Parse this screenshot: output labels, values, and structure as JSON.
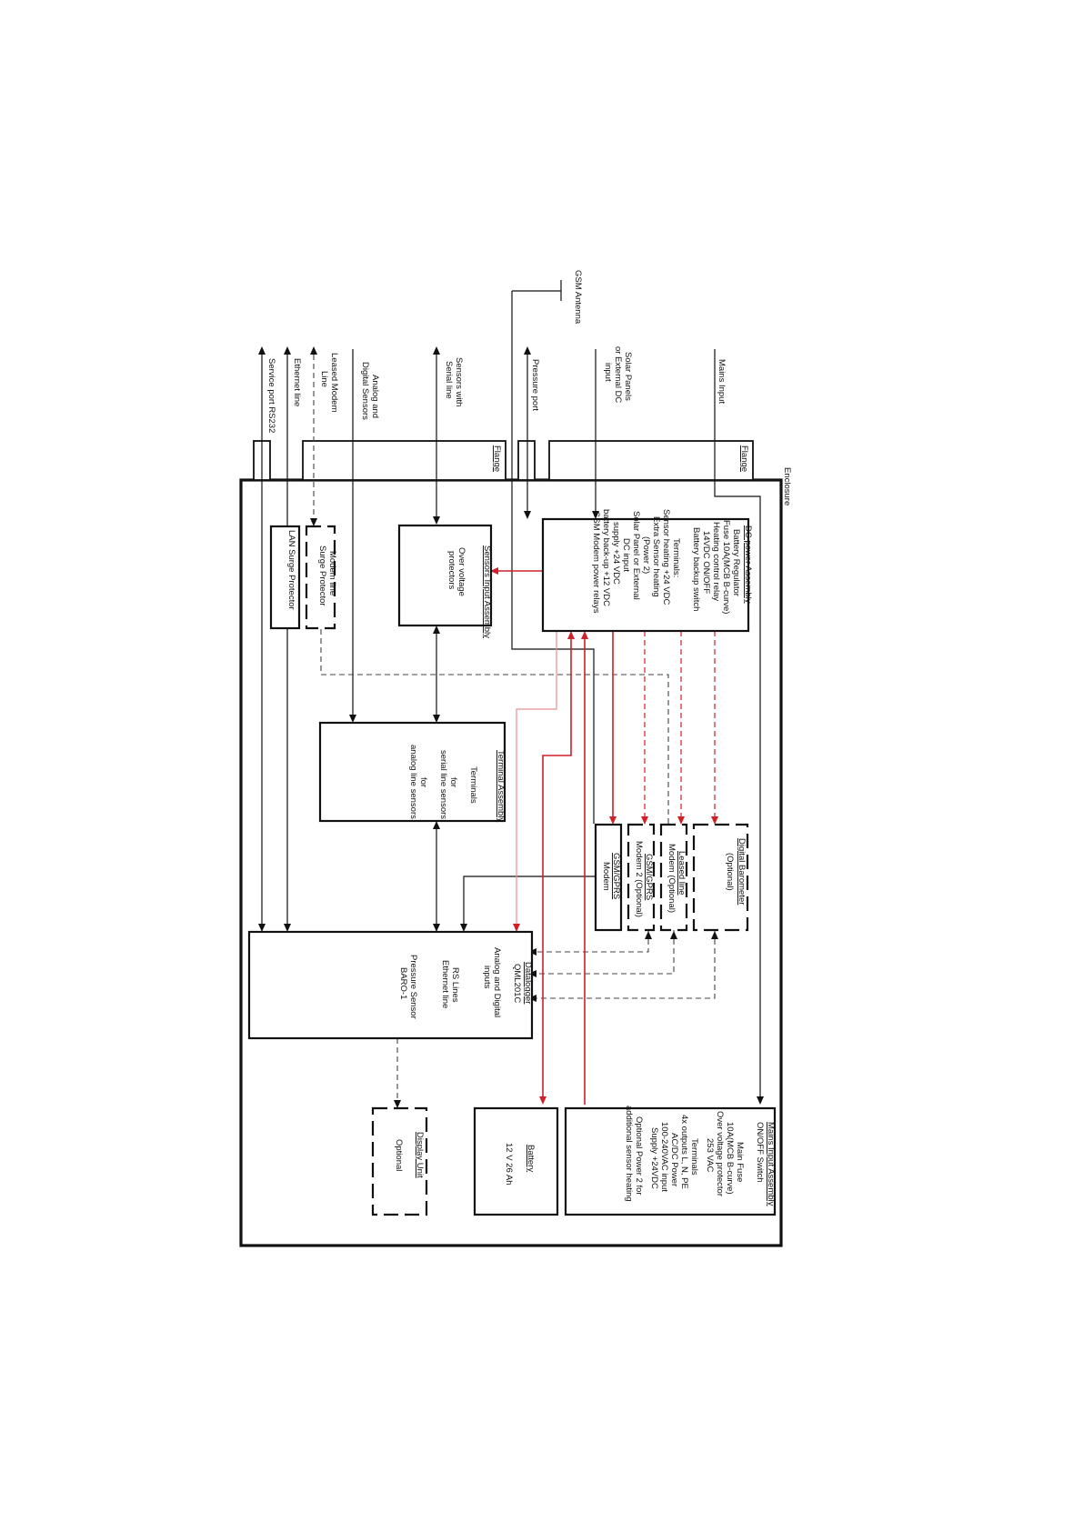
{
  "blocks": {
    "enclosure": {
      "label": "Enclosure"
    },
    "flange_left": {
      "label": "Flange"
    },
    "flange_right": {
      "label": "Flange"
    },
    "dc_power": {
      "title": "DC power Assembly",
      "lines": [
        "Battery Regulator",
        "Fuse 10A(MCB B-curve)",
        "Heating control relay",
        "14VDC ON/OFF",
        "Battery backup switch",
        "",
        "Terminals:",
        "Sensor heating +24 VDC",
        "Extra Sensor heating",
        "(Power 2)",
        "Solar Panel or External",
        "DC input",
        "supply +24 VDC",
        "battery back-up +12 VDC",
        "GSM Modem power relays"
      ]
    },
    "sensors_input": {
      "title": "Sensors Input Assembly",
      "lines": [
        "Over voltage",
        "protectors"
      ]
    },
    "modem_line_surge": {
      "lines": [
        "Modem line",
        "Surge Protector"
      ]
    },
    "lan_surge": {
      "lines": [
        "LAN Surge Protector"
      ]
    },
    "terminal": {
      "title": "Terminal Assembly",
      "lines": [
        "Terminals",
        "for",
        "serial line sensors",
        "for",
        "analog line sensors"
      ]
    },
    "digital_barometer": {
      "title": "Digital Barometer",
      "lines": [
        "(Optional)"
      ]
    },
    "leased_line": {
      "title": "Leased line",
      "lines": [
        "Modem (Optional)"
      ]
    },
    "gsm2": {
      "title": "GSM/GPRS",
      "lines": [
        "Modem 2 (Optional)"
      ]
    },
    "gsm1": {
      "title": "GSM/GPRS",
      "lines": [
        "Modem"
      ]
    },
    "datalogger": {
      "title": "Datalogger",
      "lines": [
        "QML201C",
        "",
        "Analog and Digital",
        "inputs",
        "",
        "RS Lines",
        "Ethernet line",
        "",
        "Pressure Sensor",
        "BARO-1"
      ]
    },
    "mains_input": {
      "title": "Mains Input Assembly",
      "lines": [
        "ON/OFF Switch",
        "Main Fuse",
        "10A(MCB B-curve)",
        "Over voltage protector",
        "253 VAC",
        "Terminals",
        "4x outputs L, N, PE",
        "AC/DC Power",
        "100-240VAC input",
        "Supply +24VDC",
        "Optional Power 2 for",
        "additional sensor heating"
      ]
    },
    "battery": {
      "title": "Battery",
      "lines": [
        "12 V 26 Ah"
      ]
    },
    "display": {
      "title": "Display Unit",
      "lines": [
        "Optional"
      ]
    }
  },
  "external": {
    "gsm_antenna": "GSM Antenna",
    "mains": "Mains Input",
    "solar": [
      "Solar Panels",
      "or External DC",
      "input"
    ],
    "pressure": "Pressure port",
    "serial_sensors": [
      "Sensors with",
      "Serial line"
    ],
    "analog_sensors": [
      "Analog and",
      "Digital Sensors"
    ],
    "leased_modem": [
      "Leased Modem",
      "Line"
    ],
    "ethernet": "Ethernet line",
    "service_port": "Service port RS232"
  },
  "colors": {
    "power_line": "#d0202a",
    "power_line_light": "#e89090",
    "signal_line": "#111111"
  }
}
